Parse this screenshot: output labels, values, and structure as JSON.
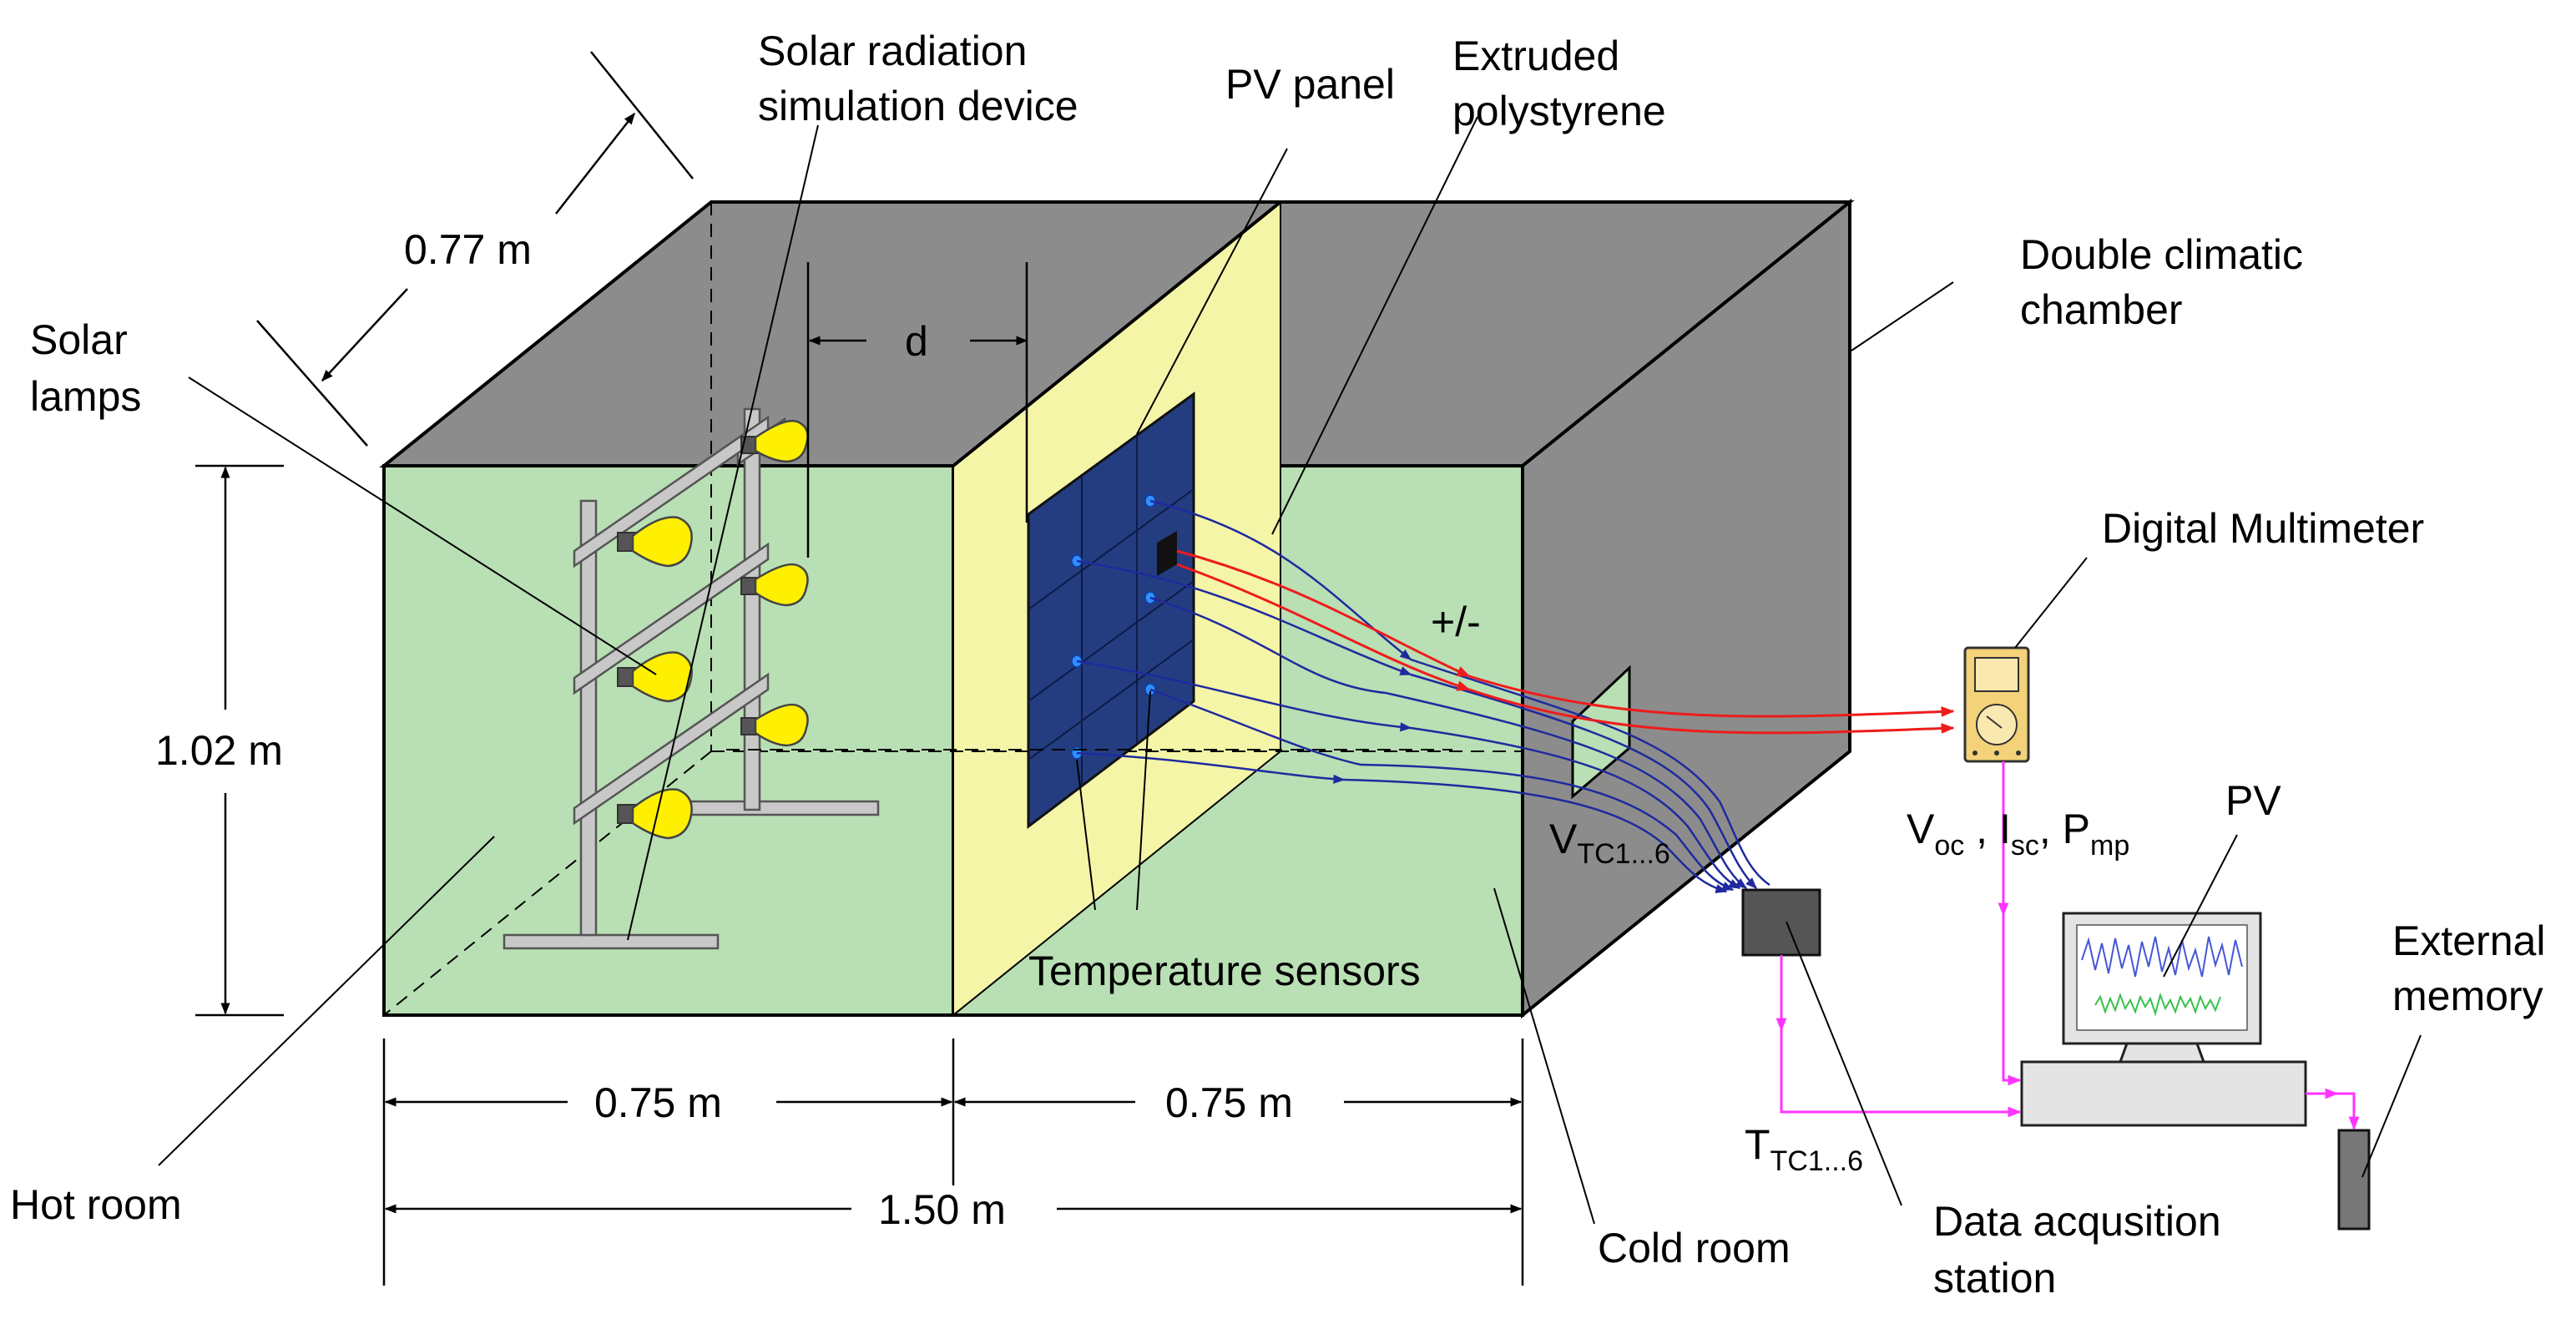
{
  "labels": {
    "solar_device_line1": "Solar radiation",
    "solar_device_line2": "simulation device",
    "pv_panel": "PV panel",
    "polystyrene_line1": "Extruded",
    "polystyrene_line2": "polystyrene",
    "chamber_line1": "Double climatic",
    "chamber_line2": "chamber",
    "solar_lamps_line1": "Solar",
    "solar_lamps_line2": "lamps",
    "depth": "0.77 m",
    "d": "d",
    "height": "1.02 m",
    "plus_minus": "+/-",
    "multimeter": "Digital Multimeter",
    "voc_main": "V",
    "voc_sub": "oc",
    "comma1": " , ",
    "isc_main": "I",
    "isc_sub": "sc",
    "comma2": ", ",
    "pmp_main": "P",
    "pmp_sub": "mp",
    "pv": "PV",
    "vtc_main": "V",
    "vtc_sub": "TC1...6",
    "temp_sensors": "Temperature sensors",
    "external_line1": "External",
    "external_line2": "memory",
    "width_hot": "0.75 m",
    "width_cold": "0.75 m",
    "width_total": "1.50 m",
    "ttc_main": "T",
    "ttc_sub": "TC1...6",
    "hot_room": "Hot room",
    "cold_room": "Cold room",
    "daq_line1": "Data acqusition",
    "daq_line2": "station"
  },
  "colors": {
    "chamber_gray": "#8c8c8c",
    "room_green": "#b9dfb4",
    "polystyrene_yellow": "#f5f5a8",
    "panel_navy": "#233d80",
    "lamp_yellow": "#ffef00",
    "signal_red": "#ee1c1c",
    "signal_blue": "#1f2a9e",
    "signal_pink": "#ff33ff",
    "multimeter_body": "#f4d27a"
  }
}
